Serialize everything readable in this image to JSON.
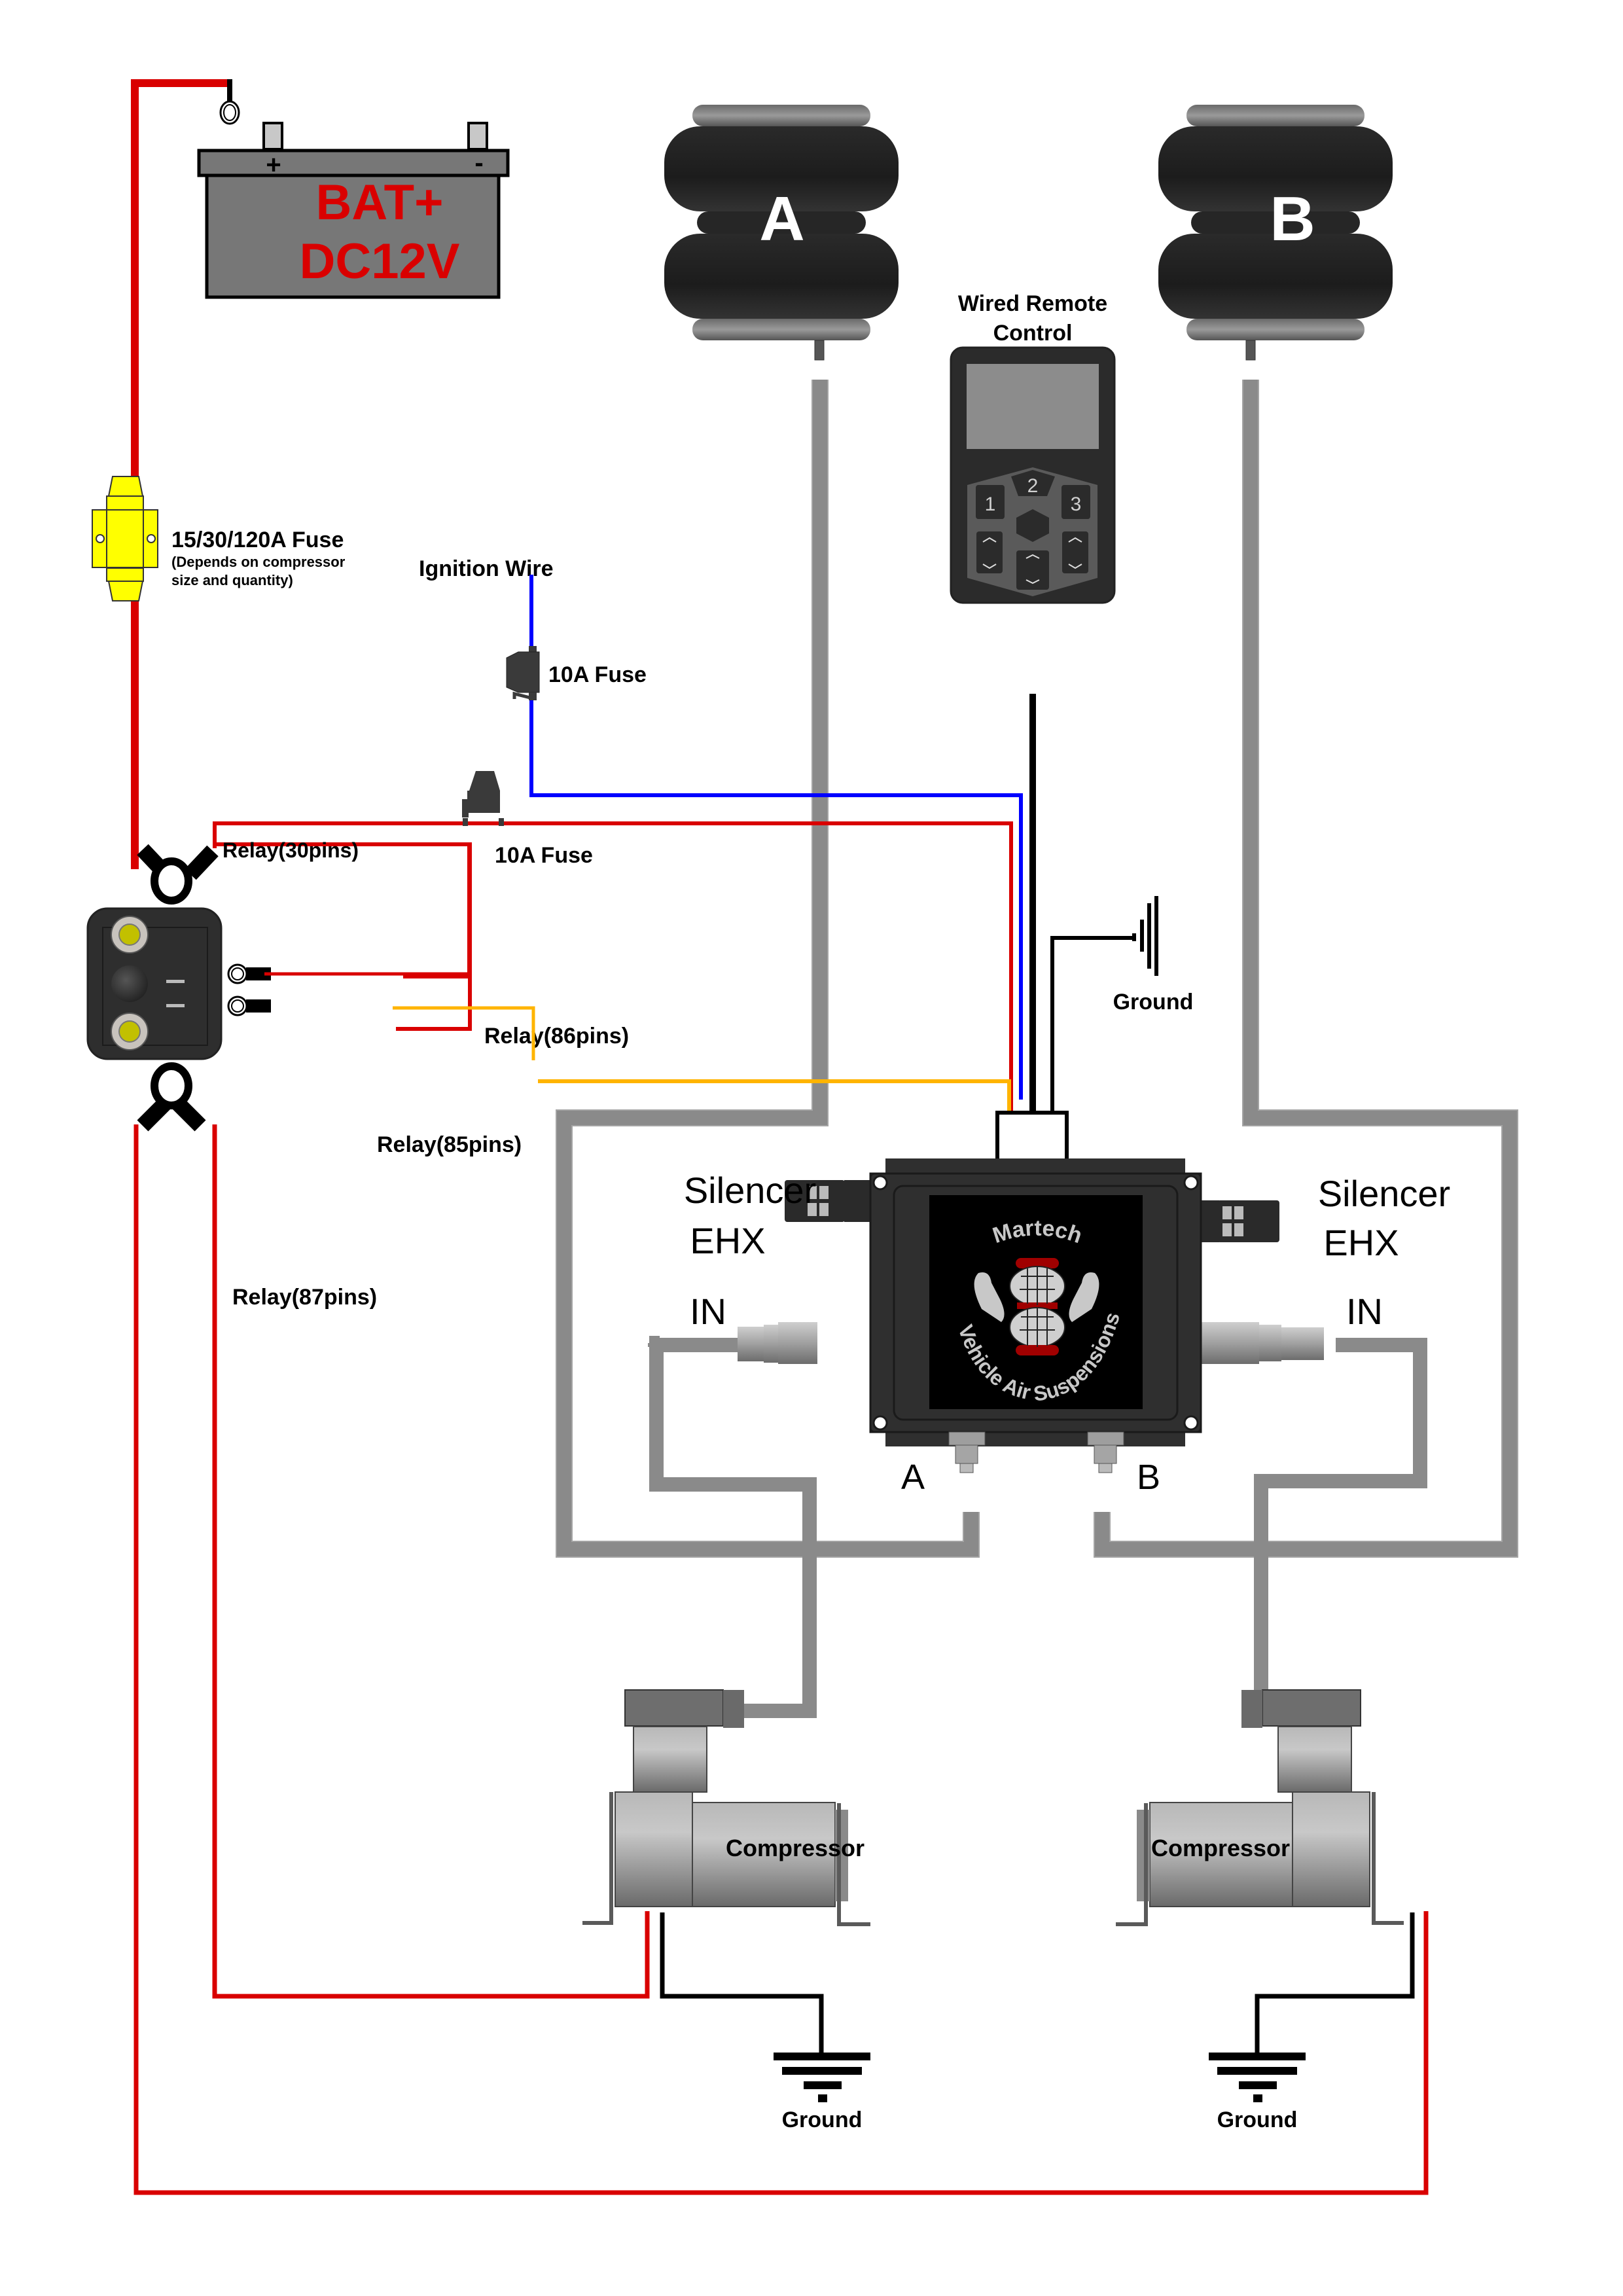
{
  "diagram": {
    "title": "Air suspension wiring diagram",
    "colors": {
      "power_wire": "#d90000",
      "ignition_wire": "#0000ff",
      "relay85_wire": "#ffb400",
      "ground_wire": "#000000",
      "air_line": "#8a8a8a",
      "fuse_main": "#ffff00",
      "battery_body": "#777777"
    },
    "battery": {
      "line1": "BAT+",
      "line2": "DC12V",
      "plus_symbol": "+",
      "minus_symbol": "-"
    },
    "main_fuse": {
      "label": "15/30/120A Fuse",
      "note_line1": "(Depends on compressor",
      "note_line2": "size and quantity)"
    },
    "ignition": {
      "label": "Ignition Wire",
      "fuse_label": "10A Fuse"
    },
    "power_fuse": {
      "label": "10A Fuse"
    },
    "relay": {
      "pin30": "Relay(30pins)",
      "pin86": "Relay(86pins)",
      "pin85": "Relay(85pins)",
      "pin87": "Relay(87pins)"
    },
    "air_springs": [
      {
        "id": "A",
        "label": "A"
      },
      {
        "id": "B",
        "label": "B"
      }
    ],
    "remote": {
      "title_line1": "Wired Remote",
      "title_line2": "Control",
      "buttons": [
        "1",
        "2",
        "3"
      ]
    },
    "controller_ground": {
      "label": "Ground"
    },
    "controller": {
      "brand": "Martech",
      "tagline": "Vehicle Air Suspensions",
      "silencer_left_line1": "Silencer",
      "silencer_left_line2": "EHX",
      "silencer_right_line1": "Silencer",
      "silencer_right_line2": "EHX",
      "in_left": "IN",
      "in_right": "IN",
      "port_a": "A",
      "port_b": "B"
    },
    "compressors": [
      {
        "label": "Compressor",
        "ground_label": "Ground"
      },
      {
        "label": "Compressor",
        "ground_label": "Ground"
      }
    ]
  }
}
